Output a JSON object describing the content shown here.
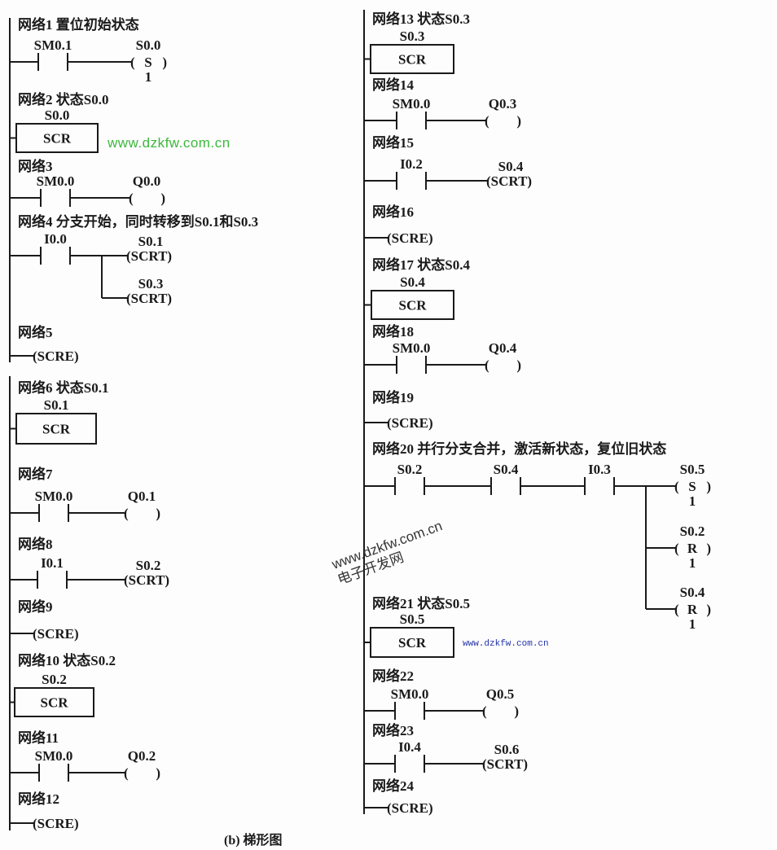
{
  "networks": [
    {
      "title": "网络1  置位初始状态",
      "contacts": [
        "SM0.1"
      ],
      "outputs": [
        {
          "type": "coil",
          "addr": "S0.0",
          "op": "S",
          "n": "1"
        }
      ]
    },
    {
      "title": "网络2  状态S0.0",
      "scr": {
        "addr": "S0.0",
        "label": "SCR"
      }
    },
    {
      "title": "网络3",
      "contacts": [
        "SM0.0"
      ],
      "outputs": [
        {
          "type": "coil",
          "addr": "Q0.0",
          "op": "",
          "n": ""
        }
      ]
    },
    {
      "title": "网络4  分支开始，同时转移到S0.1和S0.3",
      "contacts": [
        "I0.0"
      ],
      "outputs": [
        {
          "type": "scrt",
          "addr": "S0.1",
          "text": "(SCRT)"
        },
        {
          "type": "scrt",
          "addr": "S0.3",
          "text": "(SCRT)"
        }
      ]
    },
    {
      "title": "网络5",
      "outputs": [
        {
          "type": "scre",
          "text": "(SCRE)"
        }
      ]
    },
    {
      "title": "网络6  状态S0.1",
      "scr": {
        "addr": "S0.1",
        "label": "SCR"
      }
    },
    {
      "title": "网络7",
      "contacts": [
        "SM0.0"
      ],
      "outputs": [
        {
          "type": "coil",
          "addr": "Q0.1",
          "op": "",
          "n": ""
        }
      ]
    },
    {
      "title": "网络8",
      "contacts": [
        "I0.1"
      ],
      "outputs": [
        {
          "type": "scrt",
          "addr": "S0.2",
          "text": "(SCRT)"
        }
      ]
    },
    {
      "title": "网络9",
      "outputs": [
        {
          "type": "scre",
          "text": "(SCRE)"
        }
      ]
    },
    {
      "title": "网络10  状态S0.2",
      "scr": {
        "addr": "S0.2",
        "label": "SCR"
      }
    },
    {
      "title": "网络11",
      "contacts": [
        "SM0.0"
      ],
      "outputs": [
        {
          "type": "coil",
          "addr": "Q0.2",
          "op": "",
          "n": ""
        }
      ]
    },
    {
      "title": "网络12",
      "outputs": [
        {
          "type": "scre",
          "text": "(SCRE)"
        }
      ]
    },
    {
      "title": "网络13  状态S0.3",
      "scr": {
        "addr": "S0.3",
        "label": "SCR"
      }
    },
    {
      "title": "网络14",
      "contacts": [
        "SM0.0"
      ],
      "outputs": [
        {
          "type": "coil",
          "addr": "Q0.3",
          "op": "",
          "n": ""
        }
      ]
    },
    {
      "title": "网络15",
      "contacts": [
        "I0.2"
      ],
      "outputs": [
        {
          "type": "scrt",
          "addr": "S0.4",
          "text": "(SCRT)"
        }
      ]
    },
    {
      "title": "网络16",
      "outputs": [
        {
          "type": "scre",
          "text": "(SCRE)"
        }
      ]
    },
    {
      "title": "网络17  状态S0.4",
      "scr": {
        "addr": "S0.4",
        "label": "SCR"
      }
    },
    {
      "title": "网络18",
      "contacts": [
        "SM0.0"
      ],
      "outputs": [
        {
          "type": "coil",
          "addr": "Q0.4",
          "op": "",
          "n": ""
        }
      ]
    },
    {
      "title": "网络19",
      "outputs": [
        {
          "type": "scre",
          "text": "(SCRE)"
        }
      ]
    },
    {
      "title": "网络20  并行分支合并，激活新状态，复位旧状态",
      "contacts": [
        "S0.2",
        "S0.4",
        "I0.3"
      ],
      "outputs": [
        {
          "type": "coil",
          "addr": "S0.5",
          "op": "S",
          "n": "1"
        },
        {
          "type": "coil",
          "addr": "S0.2",
          "op": "R",
          "n": "1"
        },
        {
          "type": "coil",
          "addr": "S0.4",
          "op": "R",
          "n": "1"
        }
      ]
    },
    {
      "title": "网络21 状态S0.5",
      "scr": {
        "addr": "S0.5",
        "label": "SCR"
      }
    },
    {
      "title": "网络22",
      "contacts": [
        "SM0.0"
      ],
      "outputs": [
        {
          "type": "coil",
          "addr": "Q0.5",
          "op": "",
          "n": ""
        }
      ]
    },
    {
      "title": "网络23",
      "contacts": [
        "I0.4"
      ],
      "outputs": [
        {
          "type": "scrt",
          "addr": "S0.6",
          "text": "(SCRT)"
        }
      ]
    },
    {
      "title": "网络24",
      "outputs": [
        {
          "type": "scre",
          "text": "(SCRE)"
        }
      ]
    }
  ],
  "caption": "(b)  梯形图",
  "watermarks": {
    "green": "www.dzkfw.com.cn",
    "rotated_url": "www.dzkfw.com.cn",
    "rotated_name": "电子开发网",
    "small": "www.dzkfw.com.cn"
  }
}
